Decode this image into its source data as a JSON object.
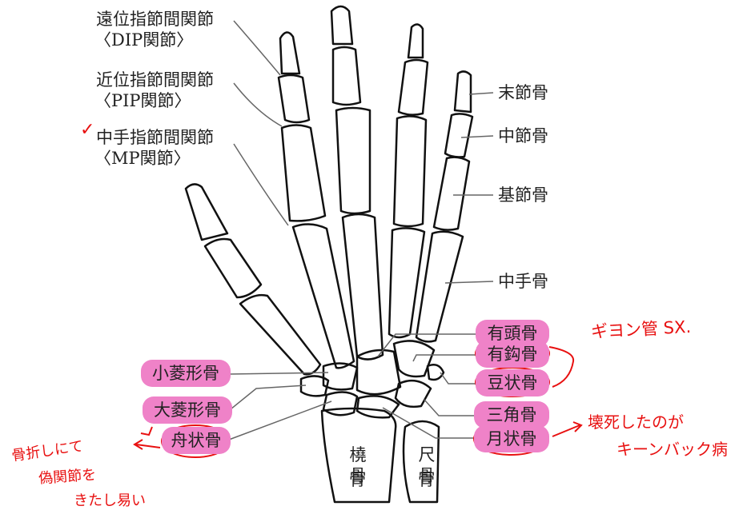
{
  "colors": {
    "bone_outline": "#111111",
    "leader": "#666666",
    "highlight": "#ef82c8",
    "annotation": "#e81010"
  },
  "joints": {
    "dip": "遠位指節間関節",
    "dip_abbr": "〈DIP関節〉",
    "pip": "近位指節間関節",
    "pip_abbr": "〈PIP関節〉",
    "mp": "中手指節間関節",
    "mp_abbr": "〈MP関節〉",
    "check_mark": "✓"
  },
  "bones_right": {
    "distal_phalanx": "末節骨",
    "middle_phalanx": "中節骨",
    "proximal_phalanx": "基節骨",
    "metacarpal": "中手骨"
  },
  "carpals_right": [
    "有頭骨",
    "有鈎骨",
    "豆状骨",
    "三角骨",
    "月状骨"
  ],
  "carpals_left": [
    "小菱形骨",
    "大菱形骨",
    "舟状骨"
  ],
  "forearm": {
    "radius": "橈骨",
    "ulna": "尺骨"
  },
  "annotations": {
    "guyon": "ギヨン管 SX.",
    "necrosis_line1": "壊死したのが",
    "necrosis_line2": "キーンバック病",
    "fracture_line1": "骨折しにて",
    "fracture_line2": "偽関節を",
    "fracture_line3": "きたし易い"
  }
}
